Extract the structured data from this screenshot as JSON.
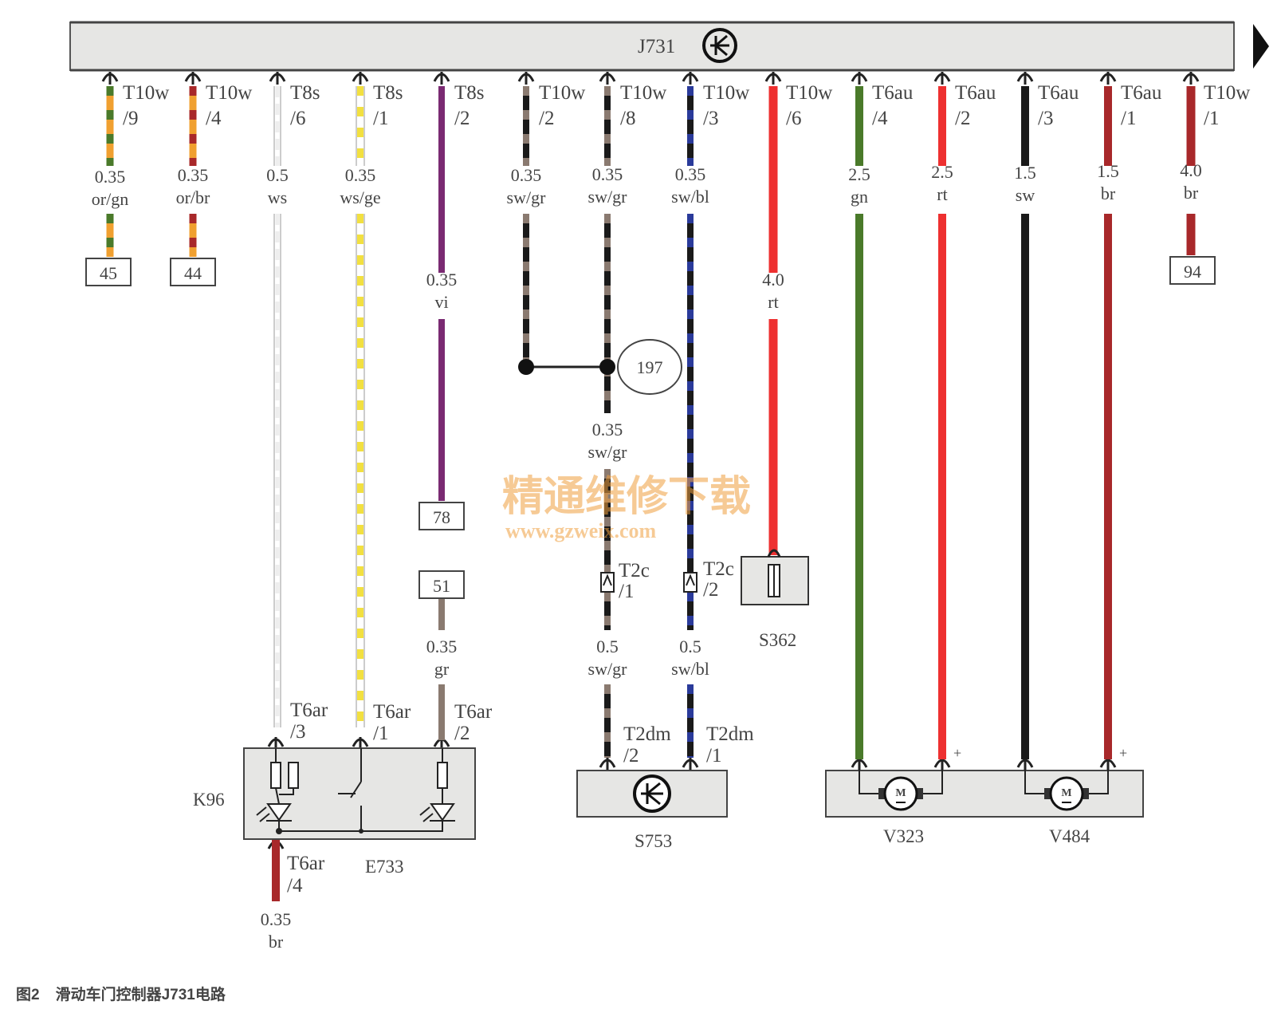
{
  "module": {
    "name": "J731",
    "icon": "transistor-switch-icon"
  },
  "pins": [
    {
      "id": "p1",
      "conn": "T10w",
      "pin": "/9",
      "gauge": "0.35",
      "color": "or/gn",
      "target": "45"
    },
    {
      "id": "p2",
      "conn": "T10w",
      "pin": "/4",
      "gauge": "0.35",
      "color": "or/br",
      "target": "44"
    },
    {
      "id": "p3",
      "conn": "T8s",
      "pin": "/6",
      "gauge": "0.5",
      "color": "ws"
    },
    {
      "id": "p4",
      "conn": "T8s",
      "pin": "/1",
      "gauge": "0.35",
      "color": "ws/ge"
    },
    {
      "id": "p5",
      "conn": "T8s",
      "pin": "/2",
      "gauge": "0.35",
      "color": "vi",
      "target": "78",
      "mid_gauge": "0.35",
      "mid_color": "vi"
    },
    {
      "id": "p6",
      "conn": "T10w",
      "pin": "/2",
      "gauge": "0.35",
      "color": "sw/gr"
    },
    {
      "id": "p7",
      "conn": "T10w",
      "pin": "/8",
      "gauge": "0.35",
      "color": "sw/gr"
    },
    {
      "id": "p8",
      "conn": "T10w",
      "pin": "/3",
      "gauge": "0.35",
      "color": "sw/bl"
    },
    {
      "id": "p9",
      "conn": "T10w",
      "pin": "/6",
      "gauge": "4.0",
      "color": "rt"
    },
    {
      "id": "p10",
      "conn": "T6au",
      "pin": "/4",
      "gauge": "2.5",
      "color": "gn"
    },
    {
      "id": "p11",
      "conn": "T6au",
      "pin": "/2",
      "gauge": "2.5",
      "color": "rt"
    },
    {
      "id": "p12",
      "conn": "T6au",
      "pin": "/3",
      "gauge": "1.5",
      "color": "sw"
    },
    {
      "id": "p13",
      "conn": "T6au",
      "pin": "/1",
      "gauge": "1.5",
      "color": "br"
    },
    {
      "id": "p14",
      "conn": "T10w",
      "pin": "/1",
      "gauge": "4.0",
      "color": "br",
      "target": "94"
    }
  ],
  "junction": {
    "label": "197",
    "gauge": "0.35",
    "color": "sw/gr"
  },
  "s362": {
    "name": "S362",
    "gauge": "4.0",
    "color": "rt"
  },
  "ref51": {
    "box": "51",
    "gauge": "0.35",
    "color": "gr"
  },
  "t2c": [
    {
      "conn": "T2c",
      "pin": "/1",
      "gauge": "0.5",
      "color": "sw/gr"
    },
    {
      "conn": "T2c",
      "pin": "/2",
      "gauge": "0.5",
      "color": "sw/bl"
    }
  ],
  "t2dm": [
    {
      "conn": "T2dm",
      "pin": "/2"
    },
    {
      "conn": "T2dm",
      "pin": "/1"
    }
  ],
  "k96": {
    "name": "K96",
    "switch": "E733",
    "pins": [
      {
        "conn": "T6ar",
        "pin": "/3"
      },
      {
        "conn": "T6ar",
        "pin": "/1"
      },
      {
        "conn": "T6ar",
        "pin": "/2"
      }
    ],
    "bottom": {
      "conn": "T6ar",
      "pin": "/4",
      "gauge": "0.35",
      "color": "br"
    }
  },
  "s753": {
    "name": "S753",
    "icon": "transistor-switch-icon"
  },
  "motors": [
    {
      "name": "V323",
      "symbol": "M"
    },
    {
      "name": "V484",
      "symbol": "M"
    }
  ],
  "plus_sign": "+",
  "watermark": {
    "line1": "精通维修下载",
    "line2": "www.gzweix.com"
  },
  "caption": {
    "fig": "图2",
    "title": "滑动车门控制器J731电路"
  },
  "colors": {
    "or": "#f0a030",
    "gn": "#4a7a2a",
    "br": "#a8282a",
    "ws": "#dcdcdc",
    "ge": "#f2e040",
    "vi": "#7a2a72",
    "sw": "#1a1a1a",
    "gr": "#8a7a70",
    "bl": "#2a3a9a",
    "rt": "#ee3030"
  }
}
